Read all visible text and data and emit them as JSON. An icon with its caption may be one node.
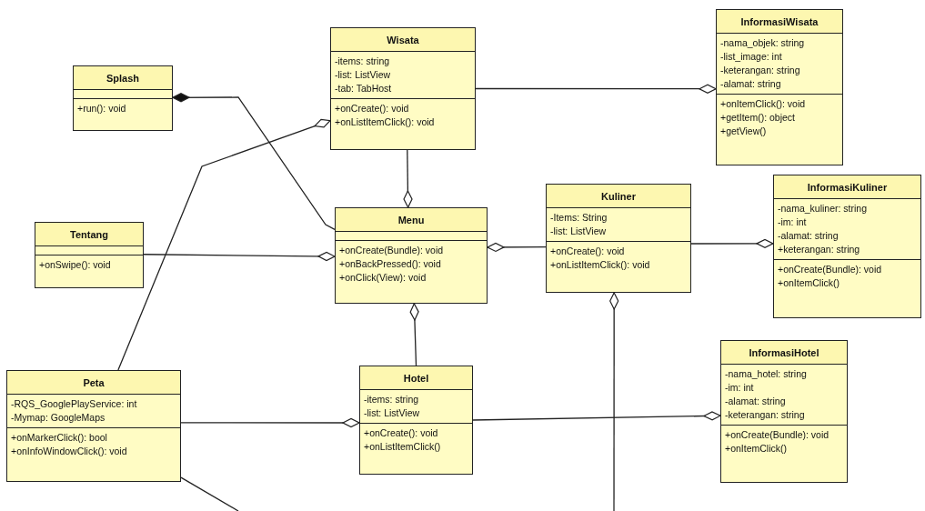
{
  "diagram": {
    "nodes": [
      {
        "text": [
          "Splash",
          "+run(): void"
        ]
      },
      {
        "text": [
          "Wisata",
          "-items: string",
          "-list: ListView",
          "-tab: TabHost",
          "+onCreate(): void",
          "+onListItemClick(): void"
        ]
      },
      {
        "text": [
          "InformasiWisata",
          "-nama_objek: string",
          "-list_image: int",
          "-keterangan: string",
          "-alamat: string",
          "+onItemClick(): void",
          "+getItem(): object",
          "+getView()"
        ]
      },
      {
        "text": [
          "Tentang",
          "+onSwipe(): void"
        ]
      },
      {
        "text": [
          "Menu",
          "+onCreate(Bundle): void",
          "+onBackPressed(): void",
          "+onClick(View): void"
        ]
      },
      {
        "text": [
          "Kuliner",
          "-Items: String",
          "-list: ListView",
          "+onCreate(): void",
          "+onListItemClick(): void"
        ]
      },
      {
        "text": [
          "InformasiKuliner",
          "-nama_kuliner: string",
          "-im: int",
          "-alamat: string",
          "+keterangan: string",
          "+onCreate(Bundle): void",
          "+onItemClick()"
        ]
      },
      {
        "text": [
          "Peta",
          "-RQS_GooglePlayService: int",
          "-Mymap: GoogleMaps",
          "+onMarkerClick(): bool",
          "+onInfoWindowClick(): void"
        ]
      },
      {
        "text": [
          "Hotel",
          "-items: string",
          "-list: ListView",
          "+onCreate(): void",
          "+onListItemClick()"
        ]
      },
      {
        "text": [
          "InformasiHotel",
          "-nama_hotel: string",
          "-im: int",
          "-alamat: string",
          "-keterangan: string",
          "+onCreate(Bundle): void",
          "+onItemClick()"
        ]
      }
    ],
    "edges": [
      {
        "from": 4,
        "to": 0,
        "arrow": "other"
      },
      {
        "from": 7,
        "to": 1,
        "arrow": "other"
      },
      {
        "from": 1,
        "to": 2,
        "arrow": "other"
      },
      {
        "from": 1,
        "to": 4,
        "arrow": "other"
      },
      {
        "from": 3,
        "to": 4,
        "arrow": "other"
      },
      {
        "from": 5,
        "to": 4,
        "arrow": "other"
      },
      {
        "from": 5,
        "to": 6,
        "arrow": "other"
      },
      {
        "from": 8,
        "to": 4,
        "arrow": "other"
      },
      {
        "from": 7,
        "to": 8,
        "arrow": "other"
      },
      {
        "from": 8,
        "to": 9,
        "arrow": "other"
      },
      {
        "from": null,
        "to": 5,
        "arrow": "other"
      },
      {
        "from": 7,
        "to": null,
        "arrow": "none"
      }
    ]
  }
}
